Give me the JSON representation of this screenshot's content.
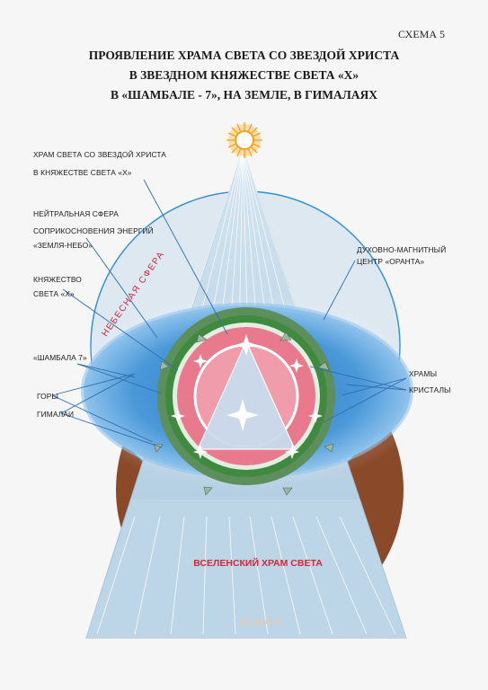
{
  "scheme_label": "СХЕМА 5",
  "title_lines": [
    "ПРОЯВЛЕНИЕ ХРАМА СВЕТА СО ЗВЕЗДОЙ ХРИСТА",
    "В ЗВЕЗДНОМ КНЯЖЕСТВЕ СВЕТА «Х»",
    "В «ШАМБАЛЕ - 7», НА ЗЕМЛЕ, В ГИМАЛАЯХ"
  ],
  "left_labels": {
    "temple_line1": "ХРАМ СВЕТА СО ЗВЕЗДОЙ ХРИСТА",
    "temple_line2": "В КНЯЖЕСТВЕ СВЕТА «Х»",
    "neutral_sphere": "НЕЙТРАЛЬНАЯ СФЕРА",
    "contact_line1": "СОПРИКОСНОВЕНИЯ ЭНЕРГИЙ",
    "contact_line2": "«ЗЕМЛЯ-НЕБО»",
    "principality_line1": "КНЯЖЕСТВО",
    "principality_line2": "СВЕТА «Х»",
    "shambala": "«ШАМБАЛА 7»",
    "mountains": "ГОРЫ",
    "himalayas": "ГИМАЛАИ"
  },
  "right_labels": {
    "center_line1": "ДУХОВНО-МАГНИТНЫЙ",
    "center_line2": "ЦЕНТР «ОРАНТА»",
    "temples": "ХРАМЫ",
    "crystals": "КРИСТАЛЫ"
  },
  "diagram_labels": {
    "heavenly_sphere": "НЕБЕСНАЯ СФЕРА",
    "universal_temple": "ВСЕЛЕНСКИЙ ХРАМ СВЕТА",
    "earth": "ЗЕМЛЯ"
  },
  "colors": {
    "earth": "#8a4a2a",
    "pyramid": "#b9d3e6",
    "ellipse": "#3f8fd2",
    "green_ring": "#3f8a3f",
    "pink_disk": "#e9798c",
    "sun": "#f7b12b",
    "red_text": "#d6263a"
  }
}
